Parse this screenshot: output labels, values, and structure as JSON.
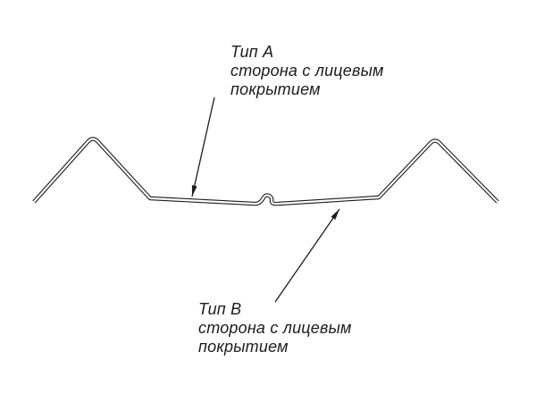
{
  "diagram": {
    "kind": "technical-profile-cross-section",
    "background_color": "#ffffff",
    "line_color": "#1c1c1c",
    "labels": {
      "a": {
        "title": "Тип А",
        "line1": "сторона с лицевым",
        "line2": "покрытием"
      },
      "b": {
        "title": "Тип В",
        "line1": "сторона с лицевым",
        "line2": "покрытием"
      }
    }
  }
}
